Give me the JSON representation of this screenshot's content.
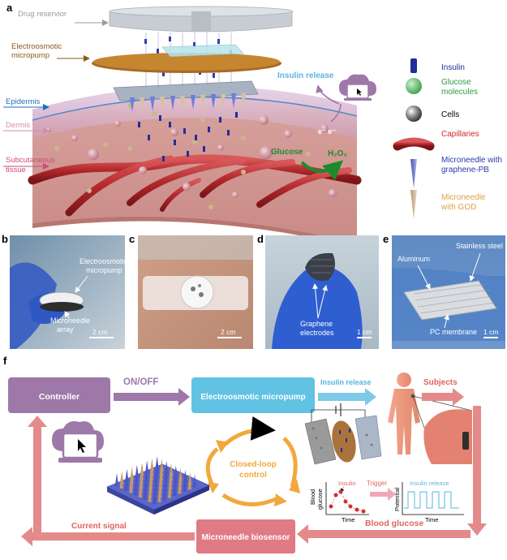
{
  "panel_a": {
    "letter": "a",
    "left_labels": {
      "drug_reservoir": "Drug reservior",
      "micropump_line1": "Electroosmotic",
      "micropump_line2": "micropump",
      "epidermis": "Epidermis",
      "dermis": "Dermis",
      "subcutaneous_line1": "Subcutaneous",
      "subcutaneous_line2": "tissue"
    },
    "insulin_release": "Insulin release",
    "glucose": "Glucose",
    "electrons": "e⁻ e⁻",
    "h2o2": "H₂O₂",
    "legend": {
      "insulin": "Insulin",
      "glucose_line1": "Glucose",
      "glucose_line2": "molecules",
      "cells": "Cells",
      "capillaries": "Capillaries",
      "mn_graphene_line1": "Microneedle with",
      "mn_graphene_line2": "graphene-PB",
      "mn_god_line1": "Microneedle",
      "mn_god_line2": "with GOD"
    },
    "colors": {
      "insulin": "#1f2f9a",
      "glucose": "#5cbf6a",
      "capillary": "#b0282a",
      "micropump": "#b8772a",
      "insulin_release_text": "#5ab4e0",
      "glucose_text": "#1e8a2e",
      "epidermis_line": "#1e6fbf",
      "dermis_line": "#d88ab0",
      "subcutaneous_line": "#d04a78"
    }
  },
  "panel_b": {
    "letter": "b",
    "label1_line1": "Electroosmotic",
    "label1_line2": "micropump",
    "label2_line1": "Microneedle",
    "label2_line2": "array",
    "scale": "2 cm"
  },
  "panel_c": {
    "letter": "c",
    "scale": "2 cm"
  },
  "panel_d": {
    "letter": "d",
    "label_line1": "Graphene",
    "label_line2": "electrodes",
    "scale": "1 cm"
  },
  "panel_e": {
    "letter": "e",
    "aluminum": "Aluminum",
    "stainless": "Stainless steel",
    "pc_membrane": "PC membrane",
    "scale": "1 cm"
  },
  "panel_f": {
    "letter": "f",
    "controller": "Controller",
    "on_off": "ON/OFF",
    "micropump": "Electroosmotic micropump",
    "insulin_release": "Insulin release",
    "subjects": "Subjects",
    "closed_loop_line1": "Closed-loop",
    "closed_loop_line2": "control",
    "biosensor": "Microneedle biosensor",
    "current_signal": "Current signal",
    "blood_glucose": "Blood glucose",
    "trigger": "Trigger",
    "plot1": {
      "ylabel_line1": "Blood",
      "ylabel_line2": "glucose",
      "xlabel": "Time",
      "series_label": "Insulin"
    },
    "plot2": {
      "ylabel": "Potential",
      "xlabel": "Time",
      "series_label": "Insulin release"
    },
    "colors": {
      "controller_fill": "#9d78a8",
      "micropump_fill": "#62c2e4",
      "biosensor_fill": "#e07a84",
      "arrow_pink": "#e58a8a",
      "arrow_purple": "#9d78a8",
      "arrow_blue": "#7ec9e8",
      "closed_loop": "#f1a93b"
    }
  }
}
